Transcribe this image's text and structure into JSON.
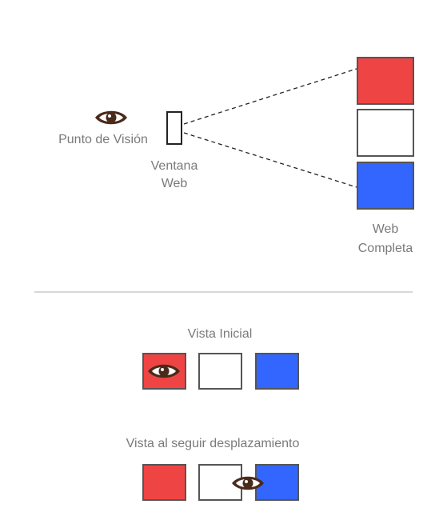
{
  "colors": {
    "red": "#ef4444",
    "white": "#ffffff",
    "blue": "#3366ff",
    "border": "#555555",
    "eye": "#4a2a1a",
    "label": "#7a7a7a",
    "divider": "#cccccc"
  },
  "top": {
    "viewpoint_label": "Punto de Visión",
    "window_label_line1": "Ventana",
    "window_label_line2": "Web",
    "full_web_label_line1": "Web",
    "full_web_label_line2": "Completa",
    "page_blocks": [
      "red",
      "white",
      "blue"
    ]
  },
  "bottom": {
    "initial_view_label": "Vista Inicial",
    "initial_blocks": [
      "red",
      "white",
      "blue"
    ],
    "scroll_view_label": "Vista al seguir desplazamiento",
    "scroll_blocks": [
      "red",
      "white",
      "blue"
    ]
  },
  "icons": {
    "eye": "eye-icon"
  }
}
